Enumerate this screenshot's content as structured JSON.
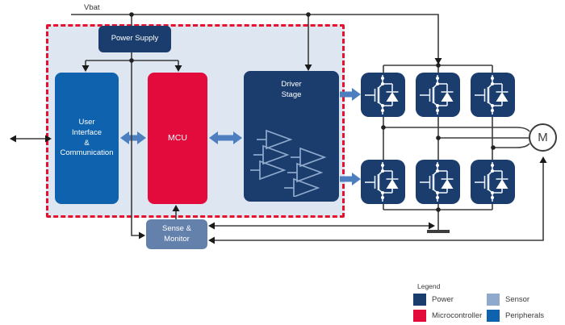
{
  "labels": {
    "vbat": "Vbat",
    "motor": "M"
  },
  "blocks": {
    "power_supply": {
      "label": "Power Supply",
      "color": "#1b3d6d"
    },
    "user_interface": {
      "lines": [
        "User",
        "Interface",
        "&",
        "Communication"
      ],
      "color": "#0f63ae"
    },
    "mcu": {
      "label": "MCU",
      "color": "#e30a3c"
    },
    "driver_stage": {
      "lines": [
        "Driver",
        "Stage"
      ],
      "color": "#1b3d6d"
    },
    "sense_monitor": {
      "lines": [
        "Sense &",
        "Monitor"
      ],
      "color": "#6481ab"
    }
  },
  "power_stage": {
    "transistor_count": 6,
    "rows": 2,
    "columns": 3,
    "cell_color": "#1b3d6d"
  },
  "legend": {
    "title": "Legend",
    "items": [
      {
        "label": "Power",
        "color": "#1b3d6d"
      },
      {
        "label": "Microcontroller",
        "color": "#e30a3c"
      },
      {
        "label": "Sensor",
        "color": "#8fa9cc"
      },
      {
        "label": "Peripherals",
        "color": "#0f63ae"
      }
    ]
  },
  "icons": {
    "igbt": "igbt-transistor-icon",
    "amplifier": "amplifier-triangle-icon",
    "ground": "ground-icon",
    "motor": "motor-circle"
  },
  "colors": {
    "panel_fill": "#dde6f1",
    "panel_dashed_border": "#e8112d",
    "wire": "#3d3d3d",
    "bus_arrow": "#4d7fc0"
  }
}
